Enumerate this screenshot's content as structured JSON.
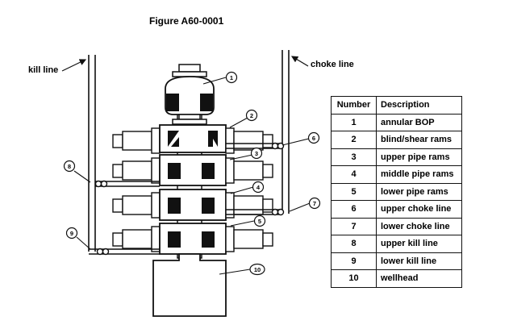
{
  "figure_title": "Figure A60-0001",
  "labels": {
    "kill_line": "kill line",
    "choke_line": "choke line"
  },
  "callouts": [
    "1",
    "2",
    "3",
    "4",
    "5",
    "6",
    "7",
    "8",
    "9",
    "10"
  ],
  "table": {
    "headers": [
      "Number",
      "Description"
    ],
    "rows": [
      [
        "1",
        "annular BOP"
      ],
      [
        "2",
        "blind/shear rams"
      ],
      [
        "3",
        "upper pipe rams"
      ],
      [
        "4",
        "middle pipe rams"
      ],
      [
        "5",
        "lower pipe rams"
      ],
      [
        "6",
        "upper choke line"
      ],
      [
        "7",
        "lower choke line"
      ],
      [
        "8",
        "upper kill line"
      ],
      [
        "9",
        "lower kill line"
      ],
      [
        "10",
        "wellhead"
      ]
    ]
  }
}
